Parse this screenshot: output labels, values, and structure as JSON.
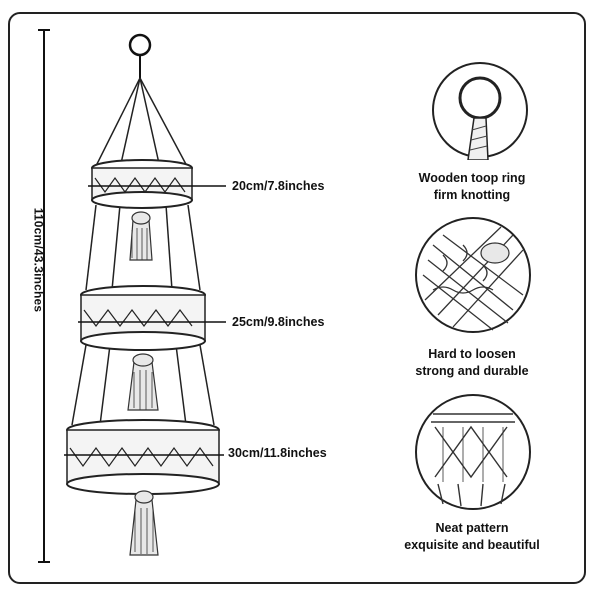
{
  "dimensions": {
    "height": "110cm/43.3inches",
    "tier_1": "20cm/7.8inches",
    "tier_2": "25cm/9.8inches",
    "tier_3": "30cm/11.8inches"
  },
  "details": [
    {
      "line1": "Wooden toop ring",
      "line2": "firm knotting",
      "icon": "wooden-ring-icon"
    },
    {
      "line1": "Hard to loosen",
      "line2": "strong and durable",
      "icon": "knot-closeup-icon"
    },
    {
      "line1": "Neat pattern",
      "line2": "exquisite and beautiful",
      "icon": "pattern-closeup-icon"
    }
  ]
}
